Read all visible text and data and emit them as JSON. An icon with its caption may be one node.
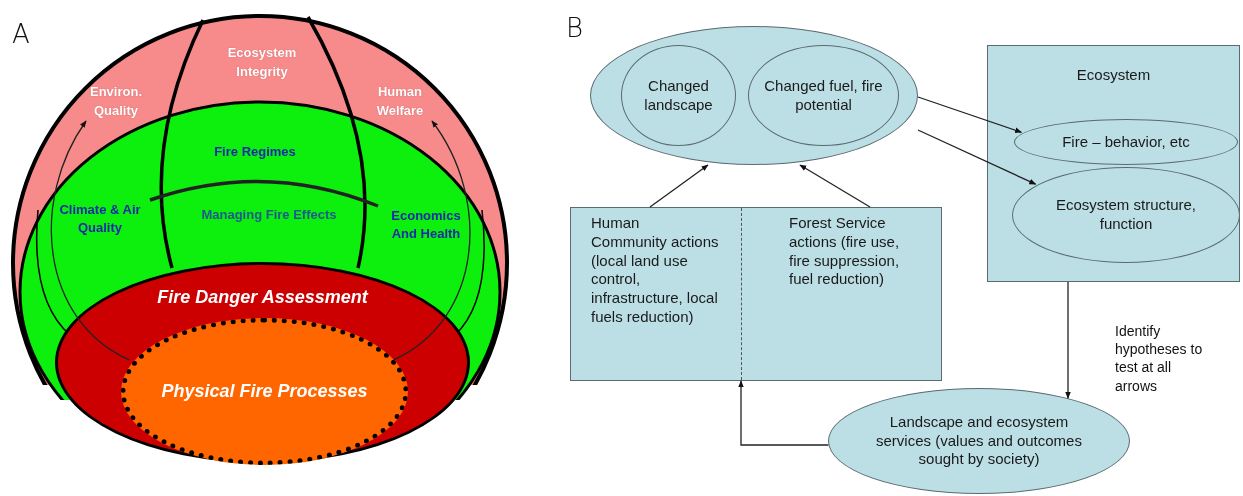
{
  "diagram": {
    "nodes": [
      {
        "text": [
          "Ecosystem Integrity"
        ]
      },
      {
        "text": [
          "Environ. Quality"
        ]
      },
      {
        "text": [
          "Human Welfare"
        ]
      },
      {
        "text": [
          "Fire Regimes"
        ]
      },
      {
        "text": [
          "Climate & Air Quality"
        ]
      },
      {
        "text": [
          "Managing Fire Effects"
        ]
      },
      {
        "text": [
          "Economics And Health"
        ]
      },
      {
        "text": [
          "Fire Danger Assessment"
        ]
      },
      {
        "text": [
          "Physical Fire Processes"
        ],
        "in": 7
      },
      {
        "text": [],
        "shape": "ellipse"
      },
      {
        "text": [
          "Changed landscape"
        ],
        "in": 9
      },
      {
        "text": [
          "Changed fuel, fire potential"
        ],
        "in": 9
      },
      {
        "text": [
          "Ecosystem"
        ]
      },
      {
        "text": [
          "Fire – behavior, etc"
        ],
        "in": 12
      },
      {
        "text": [
          "Ecosystem structure, function"
        ],
        "in": 12
      },
      {
        "text": [
          "Human Community actions (local land use control, infrastructure, local fuels reduction)",
          "Forest Service actions (fire use, fire suppression, fuel reduction)"
        ]
      },
      {
        "text": [
          "Landscape and ecosystem services (values and outcomes sought by society)"
        ]
      }
    ],
    "edges": [
      {
        "from": 8,
        "to": 1,
        "arrow": "to"
      },
      {
        "from": 8,
        "to": 2,
        "arrow": "to"
      },
      {
        "from": 4,
        "to": 6,
        "arrow": "none",
        "style": "thick"
      },
      {
        "from": 15,
        "to": 9,
        "arrow": "to"
      },
      {
        "from": 15,
        "to": 9,
        "arrow": "to"
      },
      {
        "from": 9,
        "to": 13,
        "arrow": "to"
      },
      {
        "from": 9,
        "to": 14,
        "arrow": "to"
      },
      {
        "from": 12,
        "to": 16,
        "arrow": "to"
      },
      {
        "from": 16,
        "to": 15,
        "arrow": "to"
      }
    ],
    "labels": [
      "A",
      "B",
      "Identify hypotheses to test at all arrows"
    ]
  }
}
